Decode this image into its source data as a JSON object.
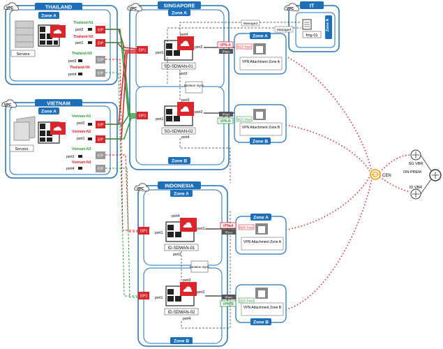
{
  "vpc_tag": "VPC",
  "regions": {
    "thailand": "THAILAND",
    "vietnam": "VIETNAM",
    "singapore": "SINGAPORE",
    "indonesia": "INDONESIA",
    "it": "IT"
  },
  "zones": {
    "a": "Zone A",
    "b": "Zone B"
  },
  "servers_label": "Servers",
  "thailand": {
    "n1": "Thailand-N1",
    "n2": "Thailand-N2",
    "n3": "Thailand-N3",
    "n4": "Thailand-N4",
    "port2": "port2",
    "port1": "port1",
    "port3": "port3",
    "port4": "port4",
    "eip": "EIP"
  },
  "vietnam": {
    "n1": "Vietnam-N1",
    "n2": "Vietnam-N2",
    "n3": "Vietnam-N3",
    "n4": "Vietnam-N4",
    "port2": "port2",
    "port1": "port1",
    "port3": "port3",
    "port4": "port4",
    "eip": "EIP"
  },
  "singapore": {
    "dev1": "SG-SDWAN-01",
    "dev2": "SG-SDWAN-02",
    "eip1": "EIP1",
    "eip2": "EIP2",
    "port1": "port1",
    "port2": "port2",
    "port3": "port3",
    "port4": "port4",
    "session_sync": "Session Sync",
    "managed": "Managed"
  },
  "indonesia": {
    "dev1": "ID-SDWAN-01",
    "dev2": "ID-SDWAN-02",
    "eip1": "EIP1",
    "eip2": "EIP2",
    "port1": "port1",
    "port2": "port2",
    "port3": "port3",
    "port4": "port4",
    "session_sync": "Session Sync"
  },
  "it": {
    "fmg": "fmg-01",
    "managed": "Managed"
  },
  "vpn": {
    "vpn_a": "VPN-A",
    "vpn_b": "VPN-B",
    "ipsec": "IPsec",
    "bgp_peer": "BGP Peer",
    "attach_a": "VPN Attachment Zone A",
    "attach_b": "VPN Attachment Zone B"
  },
  "cen": "CEN",
  "sg_vbr": "SG VBR",
  "id_vbr": "ID VBR",
  "on_prem": "ON-PREM",
  "colors": {
    "brand_blue": "#1d6fb8",
    "eip_red": "#d9262c",
    "link_green": "#2e9a3e",
    "cen_orange": "#f29a00",
    "gray_eip": "#9a9a9a"
  }
}
